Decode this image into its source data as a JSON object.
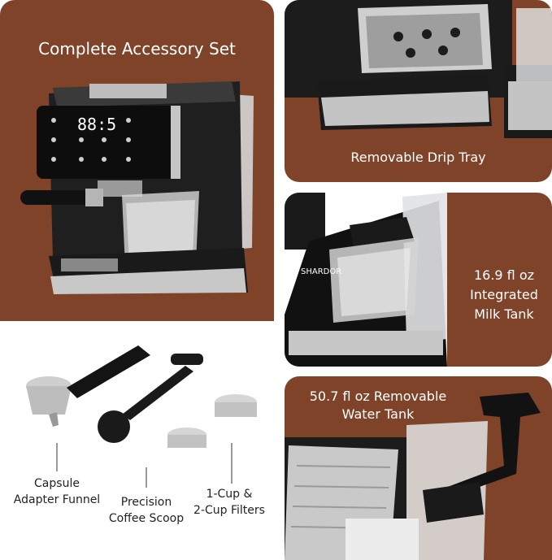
{
  "panels": {
    "main": {
      "title": "Complete Accessory Set"
    },
    "drip": {
      "caption": "Removable Drip Tray"
    },
    "milk": {
      "line1": "16.9 fl oz",
      "line2": "Integrated",
      "line3": "Milk Tank"
    },
    "water": {
      "line1": "50.7 fl oz Removable",
      "line2": "Water Tank"
    }
  },
  "accessories": {
    "funnel": {
      "line1": "Capsule",
      "line2": "Adapter Funnel"
    },
    "scoop": {
      "line1": "Precision",
      "line2": "Coffee Scoop"
    },
    "filters": {
      "line1": "1-Cup &",
      "line2": "2-Cup Filters"
    }
  },
  "machine": {
    "display": "88:5",
    "brand": "SHARDOR"
  },
  "colors": {
    "brown": "#7e4329",
    "white": "#ffffff",
    "steel": "#c9c9c9",
    "black": "#1c1c1c"
  }
}
